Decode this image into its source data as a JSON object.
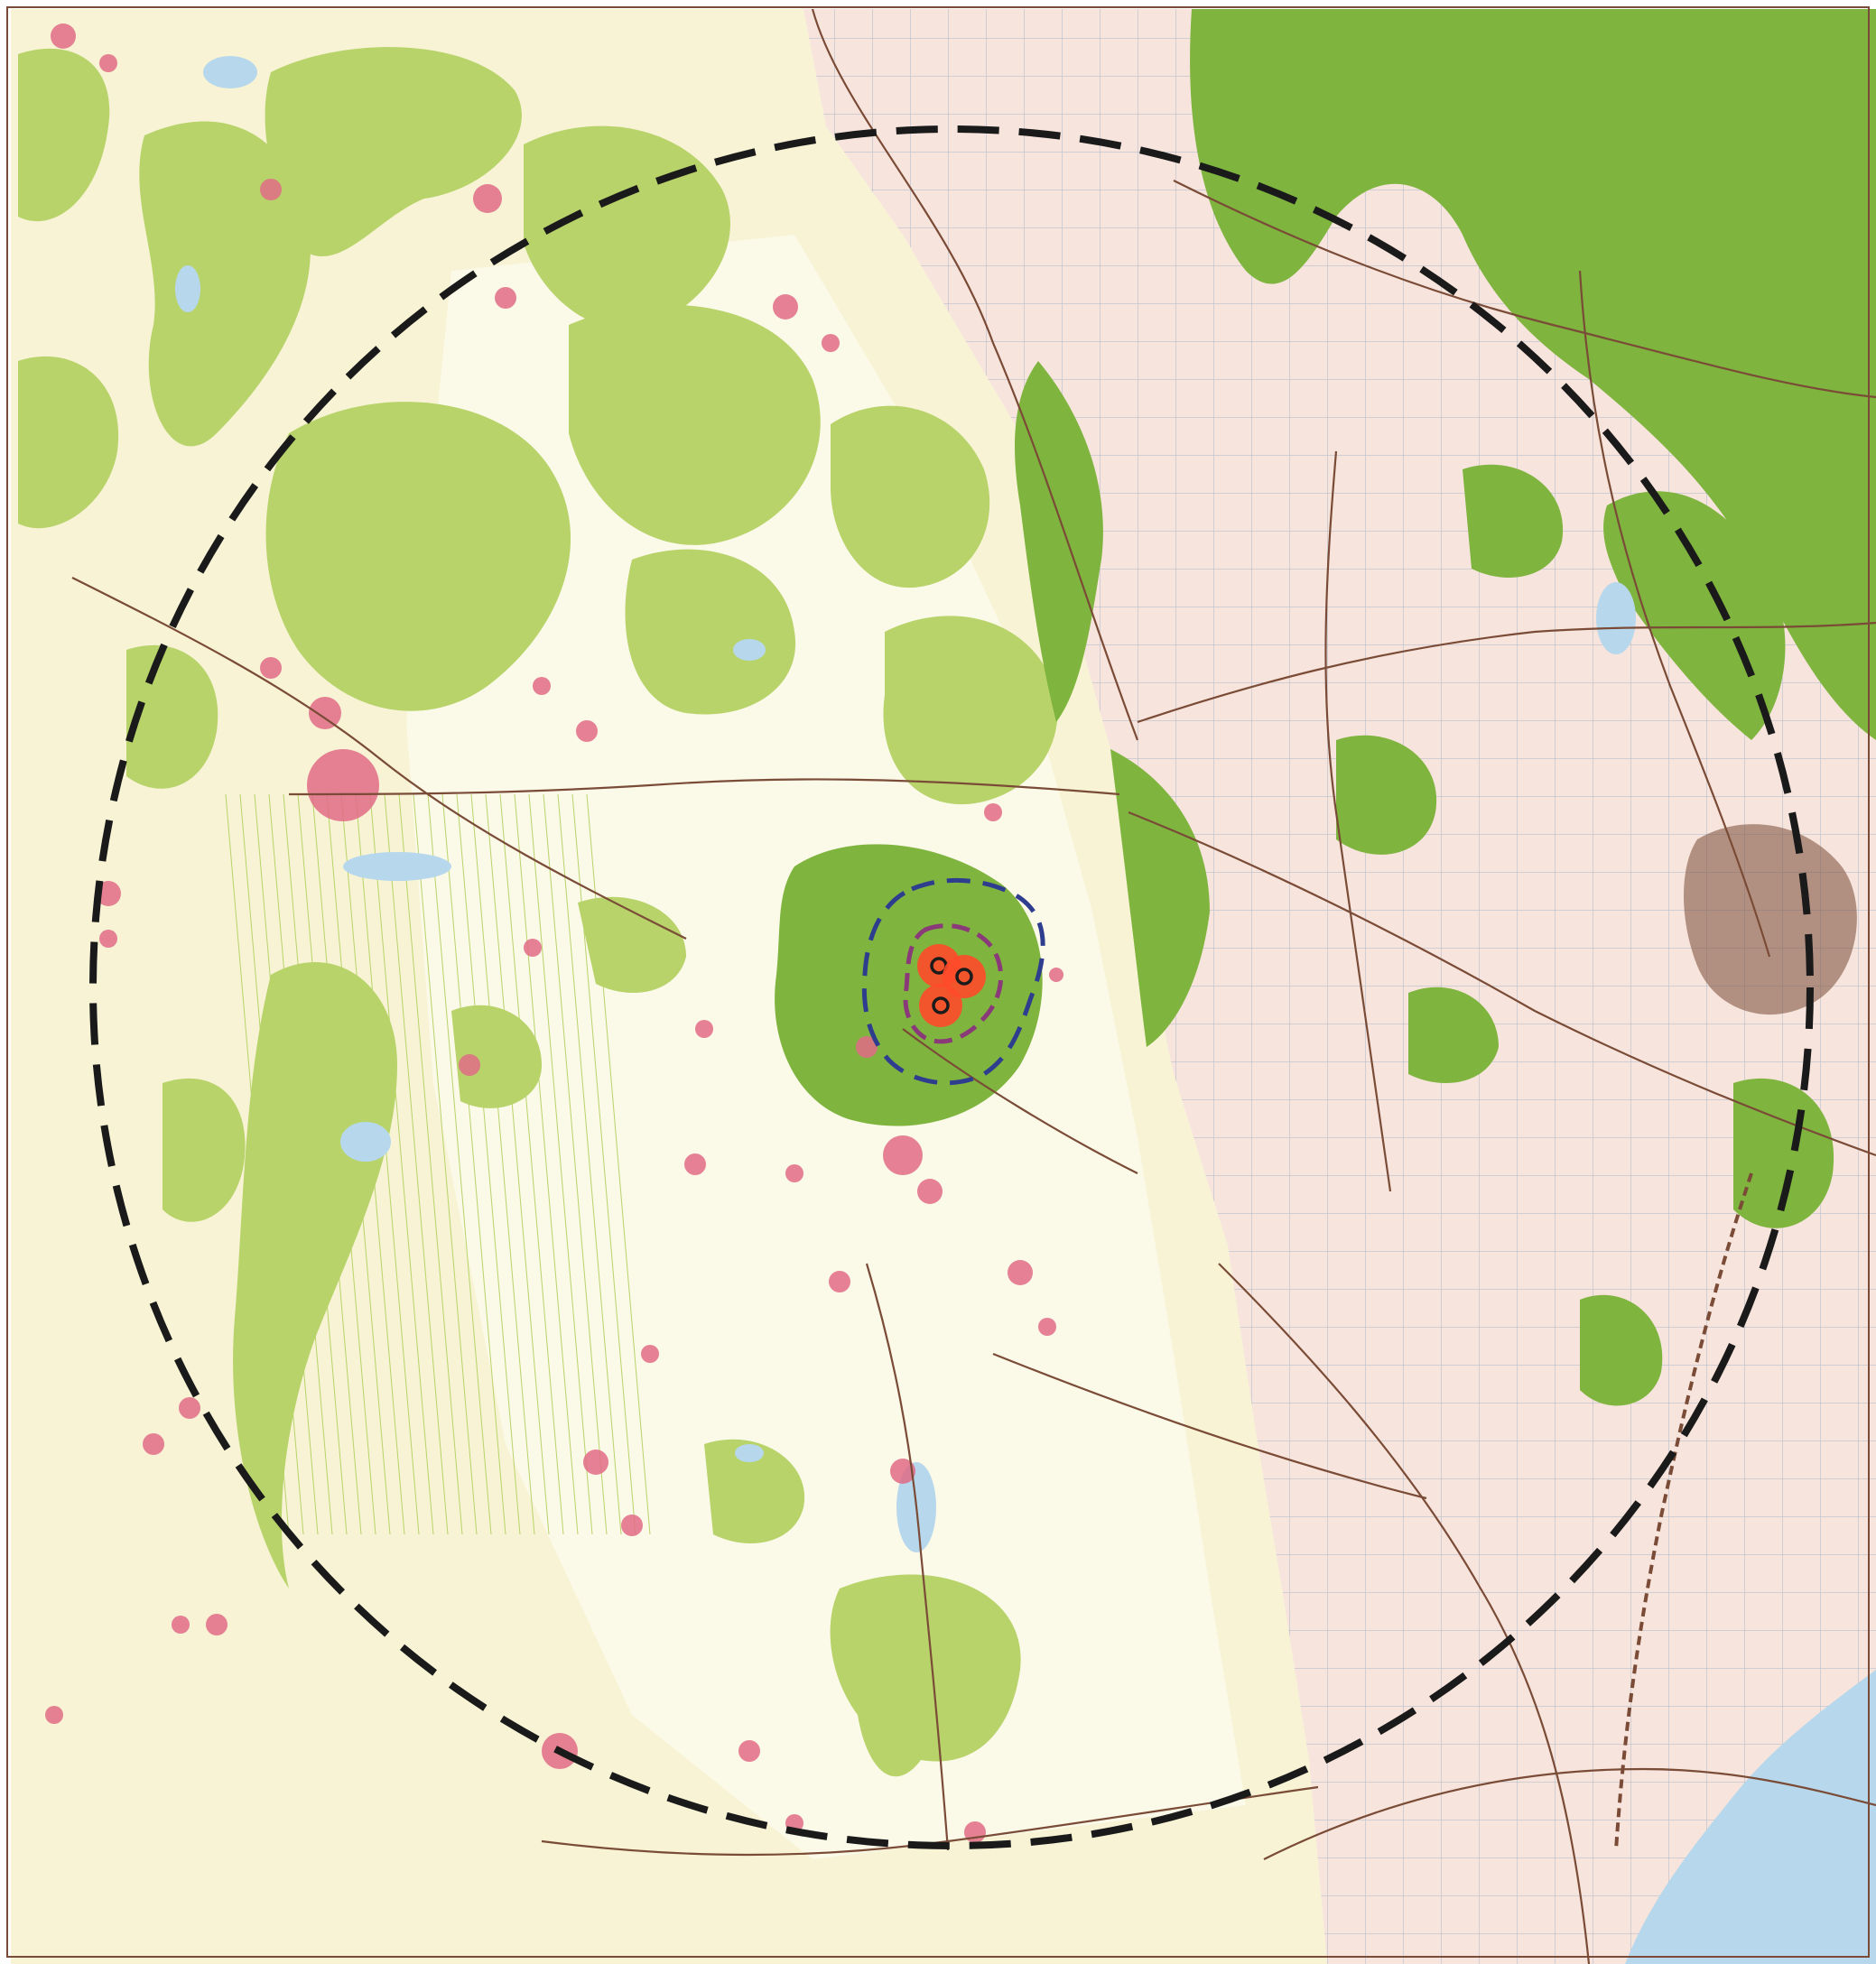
{
  "map": {
    "colors": {
      "paper": "#ffffff",
      "lowland": "#f7f3d4",
      "lowland_light": "#fbf9e8",
      "farmland_pink": "#f7e4dc",
      "forest_light": "#b8d36a",
      "forest_dark": "#7fb43f",
      "settlement": "#e06b86",
      "water": "#b7d8ec",
      "roads": "#7a4b36",
      "grid": "#a9b9c7",
      "outer_ring": "#1a1a1a",
      "middle_ring": "#2f3d8f",
      "inner_ring": "#8a3a78",
      "site_fill": "#ff4a2a",
      "site_outline": "#1b1b1b"
    },
    "zones": [
      {
        "name": "outer-zone",
        "style": "dashed",
        "color": "#1a1a1a"
      },
      {
        "name": "middle-zone",
        "style": "dashed",
        "color": "#2f3d8f"
      },
      {
        "name": "inner-zone",
        "style": "dashed",
        "color": "#8a3a78"
      }
    ],
    "sites": [
      {
        "name": "site-1"
      },
      {
        "name": "site-2"
      },
      {
        "name": "site-3"
      }
    ]
  }
}
